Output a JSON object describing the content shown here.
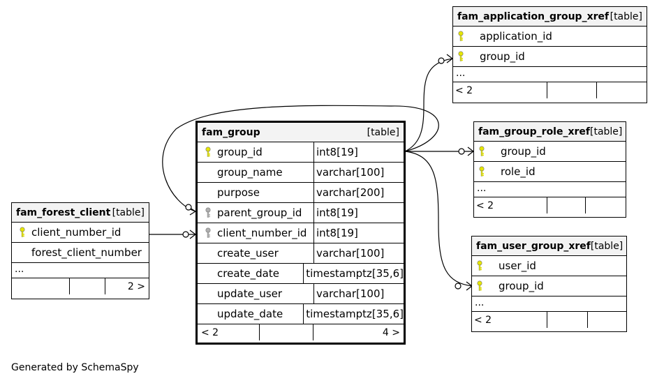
{
  "tables": {
    "fam_group": {
      "name": "fam_group",
      "type": "[table]",
      "columns": [
        {
          "name": "group_id",
          "type": "int8[19]",
          "key": "primary"
        },
        {
          "name": "group_name",
          "type": "varchar[100]",
          "key": "none"
        },
        {
          "name": "purpose",
          "type": "varchar[200]",
          "key": "none"
        },
        {
          "name": "parent_group_id",
          "type": "int8[19]",
          "key": "foreign"
        },
        {
          "name": "client_number_id",
          "type": "int8[19]",
          "key": "foreign"
        },
        {
          "name": "create_user",
          "type": "varchar[100]",
          "key": "none"
        },
        {
          "name": "create_date",
          "type": "timestamptz[35,6]",
          "key": "none"
        },
        {
          "name": "update_user",
          "type": "varchar[100]",
          "key": "none"
        },
        {
          "name": "update_date",
          "type": "timestamptz[35,6]",
          "key": "none"
        }
      ],
      "footer": {
        "parents": "< 2",
        "children": "4 >"
      }
    },
    "fam_forest_client": {
      "name": "fam_forest_client",
      "type": "[table]",
      "columns": [
        {
          "name": "client_number_id",
          "key": "primary"
        },
        {
          "name": "forest_client_number",
          "key": "none"
        }
      ],
      "ellipsis": "...",
      "footer": {
        "parents": "",
        "children": "2 >"
      }
    },
    "fam_application_group_xref": {
      "name": "fam_application_group_xref",
      "type": "[table]",
      "columns": [
        {
          "name": "application_id",
          "key": "primary"
        },
        {
          "name": "group_id",
          "key": "primary"
        }
      ],
      "ellipsis": "...",
      "footer": {
        "parents": "< 2",
        "children": ""
      }
    },
    "fam_group_role_xref": {
      "name": "fam_group_role_xref",
      "type": "[table]",
      "columns": [
        {
          "name": "group_id",
          "key": "primary"
        },
        {
          "name": "role_id",
          "key": "primary"
        }
      ],
      "ellipsis": "...",
      "footer": {
        "parents": "< 2",
        "children": ""
      }
    },
    "fam_user_group_xref": {
      "name": "fam_user_group_xref",
      "type": "[table]",
      "columns": [
        {
          "name": "user_id",
          "key": "primary"
        },
        {
          "name": "group_id",
          "key": "primary"
        }
      ],
      "ellipsis": "...",
      "footer": {
        "parents": "< 2",
        "children": ""
      }
    }
  },
  "colors": {
    "primary_key": "#e6e600",
    "foreign_key": "#b0b0b0",
    "header_bg": "#f3f3f3"
  },
  "footer_note": "Generated by SchemaSpy"
}
